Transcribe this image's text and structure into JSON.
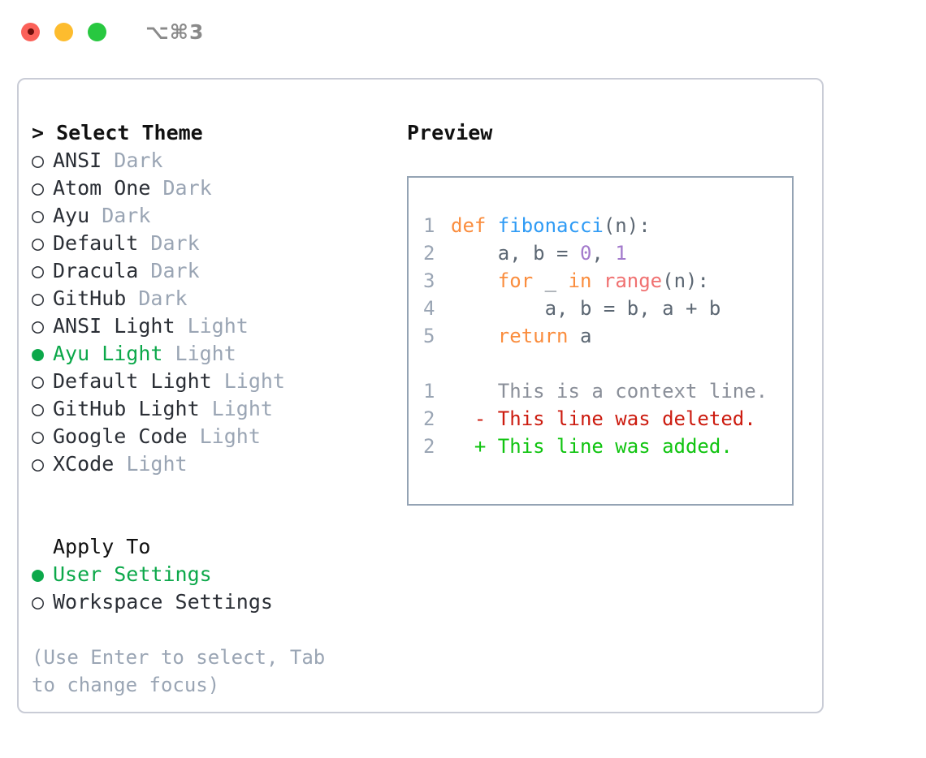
{
  "titlebar": {
    "shortcut": "⌥⌘3",
    "buttons": [
      {
        "name": "close",
        "color": "#fb6159"
      },
      {
        "name": "minimize",
        "color": "#fdbc2e"
      },
      {
        "name": "zoom",
        "color": "#28c840"
      }
    ]
  },
  "theme_section": {
    "caret": "> ",
    "heading": "Select Theme",
    "marker_selected": "●",
    "marker_unselected": "○",
    "items": [
      {
        "label": "ANSI",
        "tag": "Dark",
        "selected": false
      },
      {
        "label": "Atom One",
        "tag": "Dark",
        "selected": false
      },
      {
        "label": "Ayu",
        "tag": "Dark",
        "selected": false
      },
      {
        "label": "Default",
        "tag": "Dark",
        "selected": false
      },
      {
        "label": "Dracula",
        "tag": "Dark",
        "selected": false
      },
      {
        "label": "GitHub",
        "tag": "Dark",
        "selected": false
      },
      {
        "label": "ANSI Light",
        "tag": "Light",
        "selected": false
      },
      {
        "label": "Ayu Light",
        "tag": "Light",
        "selected": true
      },
      {
        "label": "Default Light",
        "tag": "Light",
        "selected": false
      },
      {
        "label": "GitHub Light",
        "tag": "Light",
        "selected": false
      },
      {
        "label": "Google Code",
        "tag": "Light",
        "selected": false
      },
      {
        "label": "XCode",
        "tag": "Light",
        "selected": false
      }
    ]
  },
  "apply_section": {
    "heading": "Apply To",
    "items": [
      {
        "label": "User Settings",
        "selected": true
      },
      {
        "label": "Workspace Settings",
        "selected": false
      }
    ]
  },
  "hint": "(Use Enter to select, Tab to change focus)",
  "preview": {
    "title": "Preview",
    "code_lines": [
      {
        "lineno": "1",
        "tokens": [
          {
            "text": "def ",
            "type": "kw"
          },
          {
            "text": "fibonacci",
            "type": "fn"
          },
          {
            "text": "(n):",
            "type": "plain"
          }
        ]
      },
      {
        "lineno": "2",
        "tokens": [
          {
            "text": "    a, b = ",
            "type": "plain"
          },
          {
            "text": "0",
            "type": "num"
          },
          {
            "text": ", ",
            "type": "plain"
          },
          {
            "text": "1",
            "type": "num"
          }
        ]
      },
      {
        "lineno": "3",
        "tokens": [
          {
            "text": "    ",
            "type": "plain"
          },
          {
            "text": "for",
            "type": "kw"
          },
          {
            "text": " _ ",
            "type": "plain"
          },
          {
            "text": "in",
            "type": "kw"
          },
          {
            "text": " ",
            "type": "plain"
          },
          {
            "text": "range",
            "type": "call"
          },
          {
            "text": "(n):",
            "type": "plain"
          }
        ]
      },
      {
        "lineno": "4",
        "tokens": [
          {
            "text": "        a, b = b, a + b",
            "type": "plain"
          }
        ]
      },
      {
        "lineno": "5",
        "tokens": [
          {
            "text": "    ",
            "type": "plain"
          },
          {
            "text": "return",
            "type": "kw"
          },
          {
            "text": " a",
            "type": "plain"
          }
        ]
      }
    ],
    "diff_lines": [
      {
        "lineno": "1",
        "sign": " ",
        "text": "This is a context line.",
        "type": "ctx"
      },
      {
        "lineno": "2",
        "sign": "-",
        "text": "This line was deleted.",
        "type": "del"
      },
      {
        "lineno": "2",
        "sign": "+",
        "text": "This line was added.",
        "type": "add"
      }
    ]
  },
  "colors": {
    "accent_green": "#0ca84a",
    "muted_tag": "#9aa5b4",
    "keyword": "#fa8d3e",
    "function": "#2f9bf5",
    "number": "#a37acc",
    "call": "#f07171",
    "diff_delete": "#cc1b0f",
    "diff_add": "#10c410",
    "panel_border": "#c9ccd6",
    "code_border": "#94a3b4"
  }
}
